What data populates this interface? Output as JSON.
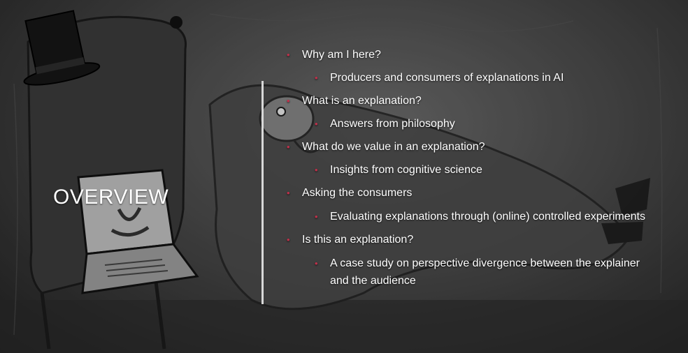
{
  "slide": {
    "title": "OVERVIEW",
    "bullet_color": "#c0304a",
    "text_color": "#ffffff",
    "divider_color": "#d8d8d8",
    "items": [
      {
        "text": "Why am I here?",
        "sub": "Producers and consumers of explanations in AI"
      },
      {
        "text": "What is an explanation?",
        "sub": "Answers from philosophy"
      },
      {
        "text": "What do we value in an explanation?",
        "sub": "Insights from cognitive science"
      },
      {
        "text": "Asking the consumers",
        "sub": "Evaluating explanations through (online) controlled experiments"
      },
      {
        "text": "Is this an explanation?",
        "sub": "A case study on perspective divergence between the explainer and the audience"
      }
    ]
  },
  "illustration": {
    "icons": [
      "top-hat-icon",
      "armchair-icon",
      "laptop-icon",
      "reclining-figure-icon"
    ]
  }
}
